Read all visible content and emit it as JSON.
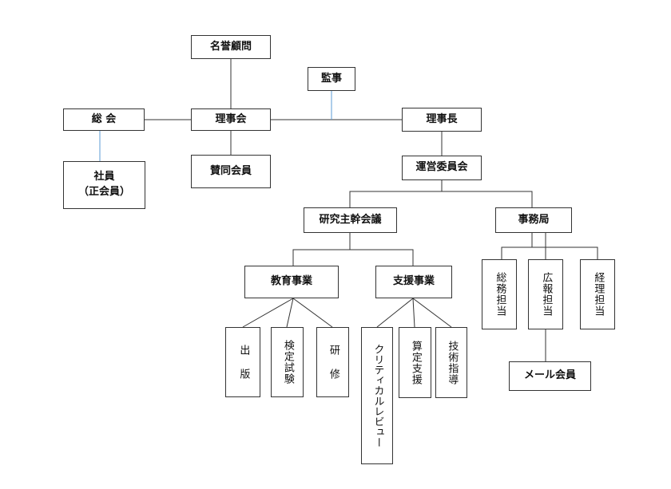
{
  "org": {
    "honorary_advisor": "名誉顧問",
    "auditor": "監事",
    "general_meeting": "総 会",
    "board": "理事会",
    "chairman": "理事長",
    "members": "社員\n（正会員）",
    "supporting_members": "賛同会員",
    "steering_committee": "運営委員会",
    "research_council": "研究主幹会議",
    "secretariat": "事務局",
    "education": "教育事業",
    "support": "支援事業",
    "general_affairs": "総務担当",
    "public_relations": "広報担当",
    "accounting": "経理担当",
    "mail_members": "メール会員",
    "publishing": "出 版",
    "certification_exam": "検定試験",
    "training": "研 修",
    "critical_review": "クリティカルレビュー",
    "estimation_support": "算定支援",
    "technical_guidance": "技術指導"
  },
  "colors": {
    "line": "#333333",
    "accent_line": "#5b9bd5"
  }
}
